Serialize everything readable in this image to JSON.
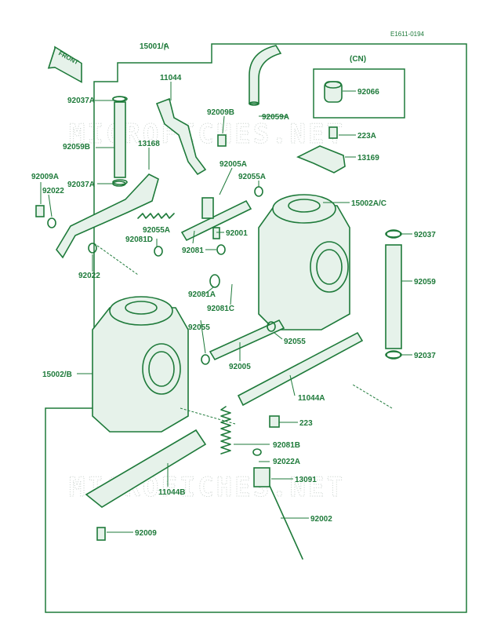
{
  "diagram_code": "E1611-0194",
  "front_label": "FRONT",
  "watermark": "MICROFICHES.NET",
  "cn_label": "(CN)",
  "labels": {
    "l15001A": "15001/A",
    "l11044": "11044",
    "l92037A_top": "92037A",
    "l92009B": "92009B",
    "l92059A": "92059A",
    "l92066": "92066",
    "l223A": "223A",
    "l92059B": "92059B",
    "l13168": "13168",
    "l13169": "13169",
    "l92009A": "92009A",
    "l92005A": "92005A",
    "l92037A_mid": "92037A",
    "l92055A_top": "92055A",
    "l92022_left": "92022",
    "l15002AC": "15002A/C",
    "l92055A_mid": "92055A",
    "l92001": "92001",
    "l92037_top": "92037",
    "l92081D": "92081D",
    "l92081": "92081",
    "l92022_low": "92022",
    "l92059": "92059",
    "l92081A": "92081A",
    "l92081C": "92081C",
    "l92055_left": "92055",
    "l92055_right": "92055",
    "l92037_low": "92037",
    "l15002B": "15002/B",
    "l92005": "92005",
    "l11044A": "11044A",
    "l223": "223",
    "l92081B": "92081B",
    "l92022A": "92022A",
    "l13091": "13091",
    "l11044B": "11044B",
    "l92002": "92002",
    "l92009": "92009"
  },
  "colors": {
    "line": "#1e7a3a",
    "fill": "#e6f2ea",
    "watermark": "#cfd6d2"
  }
}
